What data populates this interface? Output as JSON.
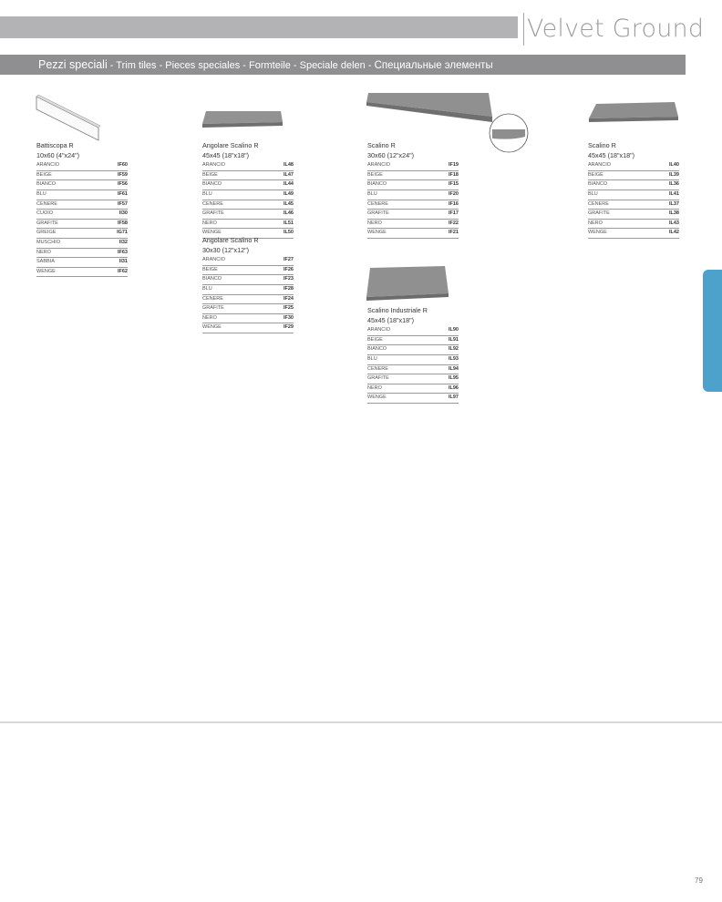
{
  "header": {
    "brand": "Velvet Ground",
    "section_main": "Pezzi speciali",
    "section_rest": " - Trim tiles - Pieces speciales - Formteile - Speciale delen - ",
    "section_ru": "Специальные элементы"
  },
  "page_number": "79",
  "products": {
    "battiscopa": {
      "name": "Battiscopa R",
      "size": "10x60 (4\"x24\")",
      "rows": [
        {
          "color": "ARANCIO",
          "code": "IF60"
        },
        {
          "color": "BEIGE",
          "code": "IF59"
        },
        {
          "color": "BIANCO",
          "code": "IF56"
        },
        {
          "color": "BLU",
          "code": "IF61"
        },
        {
          "color": "CENERE",
          "code": "IF57"
        },
        {
          "color": "CUOIO",
          "code": "II30"
        },
        {
          "color": "GRAFITE",
          "code": "IF58"
        },
        {
          "color": "GREIGE",
          "code": "IG71"
        },
        {
          "color": "MUSCHIO",
          "code": "II32"
        },
        {
          "color": "NERO",
          "code": "IF63"
        },
        {
          "color": "SABBIA",
          "code": "II31"
        },
        {
          "color": "WENGE",
          "code": "IF62"
        }
      ]
    },
    "angolare45": {
      "name": "Angolare Scalino R",
      "size": "45x45 (18\"x18\")",
      "rows": [
        {
          "color": "ARANCIO",
          "code": "IL48"
        },
        {
          "color": "BEIGE",
          "code": "IL47"
        },
        {
          "color": "BIANCO",
          "code": "IL44"
        },
        {
          "color": "BLU",
          "code": "IL49"
        },
        {
          "color": "CENERE",
          "code": "IL45"
        },
        {
          "color": "GRAFITE",
          "code": "IL46"
        },
        {
          "color": "NERO",
          "code": "IL51"
        },
        {
          "color": "WENGE",
          "code": "IL50"
        }
      ]
    },
    "angolare30": {
      "name": "Angolare Scalino R",
      "size": "30x30 (12\"x12\")",
      "rows": [
        {
          "color": "ARANCIO",
          "code": "IF27"
        },
        {
          "color": "BEIGE",
          "code": "IF26"
        },
        {
          "color": "BIANCO",
          "code": "IF23"
        },
        {
          "color": "BLU",
          "code": "IF28"
        },
        {
          "color": "CENERE",
          "code": "IF24"
        },
        {
          "color": "GRAFITE",
          "code": "IF25"
        },
        {
          "color": "NERO",
          "code": "IF30"
        },
        {
          "color": "WENGE",
          "code": "IF29"
        }
      ]
    },
    "scalino30x60": {
      "name": "Scalino R",
      "size": "30x60 (12\"x24\")",
      "rows": [
        {
          "color": "ARANCIO",
          "code": "IF19"
        },
        {
          "color": "BEIGE",
          "code": "IF18"
        },
        {
          "color": "BIANCO",
          "code": "IF15"
        },
        {
          "color": "BLU",
          "code": "IF20"
        },
        {
          "color": "CENERE",
          "code": "IF16"
        },
        {
          "color": "GRAFITE",
          "code": "IF17"
        },
        {
          "color": "NERO",
          "code": "IF22"
        },
        {
          "color": "WENGE",
          "code": "IF21"
        }
      ]
    },
    "industriale": {
      "name": "Scalino Industriale R",
      "size": "45x45 (18\"x18\")",
      "rows": [
        {
          "color": "ARANCIO",
          "code": "IL90"
        },
        {
          "color": "BEIGE",
          "code": "IL91"
        },
        {
          "color": "BIANCO",
          "code": "IL92"
        },
        {
          "color": "BLU",
          "code": "IL93"
        },
        {
          "color": "CENERE",
          "code": "IL94"
        },
        {
          "color": "GRAFITE",
          "code": "IL95"
        },
        {
          "color": "NERO",
          "code": "IL96"
        },
        {
          "color": "WENGE",
          "code": "IL97"
        }
      ]
    },
    "scalino45": {
      "name": "Scalino R",
      "size": "45x45 (18\"x18\")",
      "rows": [
        {
          "color": "ARANCIO",
          "code": "IL40"
        },
        {
          "color": "BEIGE",
          "code": "IL39"
        },
        {
          "color": "BIANCO",
          "code": "IL36"
        },
        {
          "color": "BLU",
          "code": "IL41"
        },
        {
          "color": "CENERE",
          "code": "IL37"
        },
        {
          "color": "GRAFITE",
          "code": "IL38"
        },
        {
          "color": "NERO",
          "code": "IL43"
        },
        {
          "color": "WENGE",
          "code": "IL42"
        }
      ]
    }
  },
  "colors": {
    "header_bar": "#b3b3b5",
    "sub_bar": "#8f8f92",
    "side_tab": "#4da2cc",
    "tile": "#8e8e8e"
  }
}
